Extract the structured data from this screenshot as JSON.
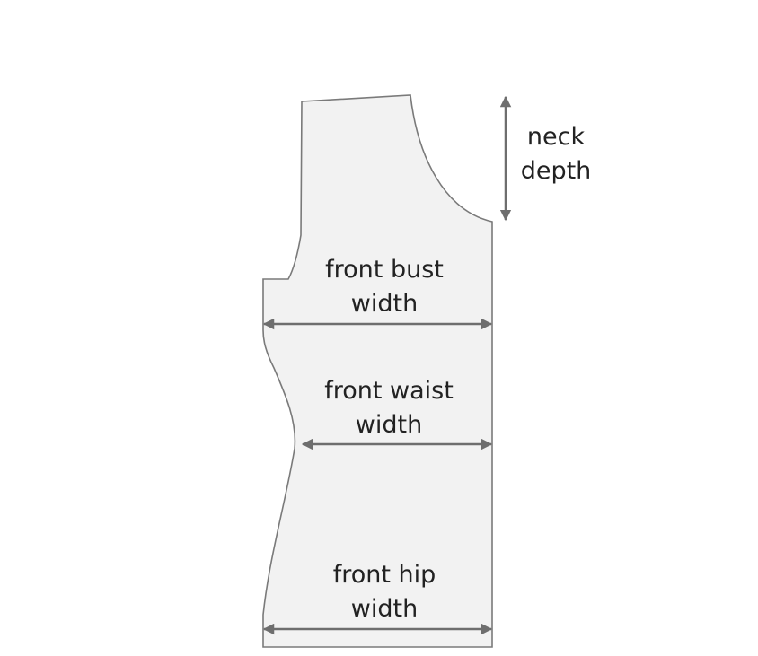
{
  "labels": {
    "neck_depth": {
      "line1": "neck",
      "line2": "depth"
    },
    "front_bust_width": {
      "line1": "front bust",
      "line2": "width"
    },
    "front_waist_width": {
      "line1": "front waist",
      "line2": "width"
    },
    "front_hip_width": {
      "line1": "front hip",
      "line2": "width"
    }
  },
  "colors": {
    "piece_fill": "#f2f2f2",
    "piece_outline": "#7a7a7a",
    "arrow": "#6e6e6e",
    "text": "#222222"
  }
}
